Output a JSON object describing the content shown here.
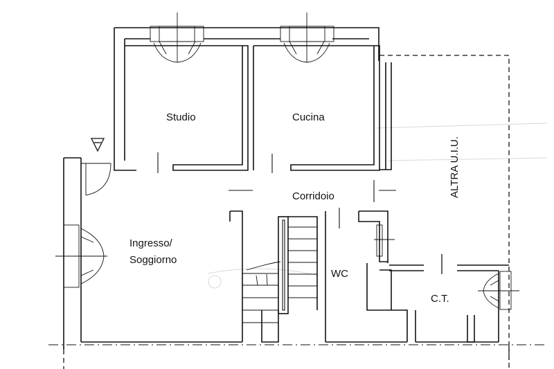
{
  "rooms": {
    "studio": "Studio",
    "cucina": "Cucina",
    "corridoio": "Corridoio",
    "ingresso_line1": "Ingresso/",
    "ingresso_line2": "Soggiorno",
    "wc": "WC",
    "ct": "C.T.",
    "altra_uiu": "ALTRA U.I.U."
  }
}
